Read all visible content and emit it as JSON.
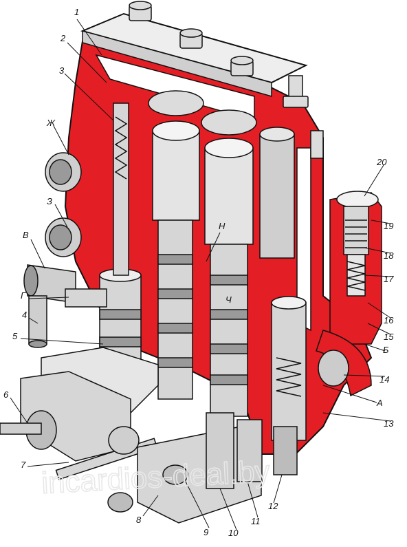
{
  "colors": {
    "housing": "#e31e24",
    "metal": "#d6d6d6",
    "ink": "#111111",
    "shade": "#8a8a8a"
  },
  "callouts": {
    "c1": "1",
    "c2": "2",
    "c3": "3",
    "c4": "4",
    "c5": "5",
    "c6": "6",
    "c7": "7",
    "c8": "8",
    "c9": "9",
    "c10": "10",
    "c11": "11",
    "c12": "12",
    "c13": "13",
    "c14": "14",
    "c15": "15",
    "c16": "16",
    "c17": "17",
    "c18": "18",
    "c19": "19",
    "c20": "20",
    "zh": "Ж",
    "z": "З",
    "v": "В",
    "g": "Г",
    "ch": "Ч",
    "b": "Б",
    "a": "А",
    "n": "Н"
  },
  "watermark": "incardios-deal.by"
}
